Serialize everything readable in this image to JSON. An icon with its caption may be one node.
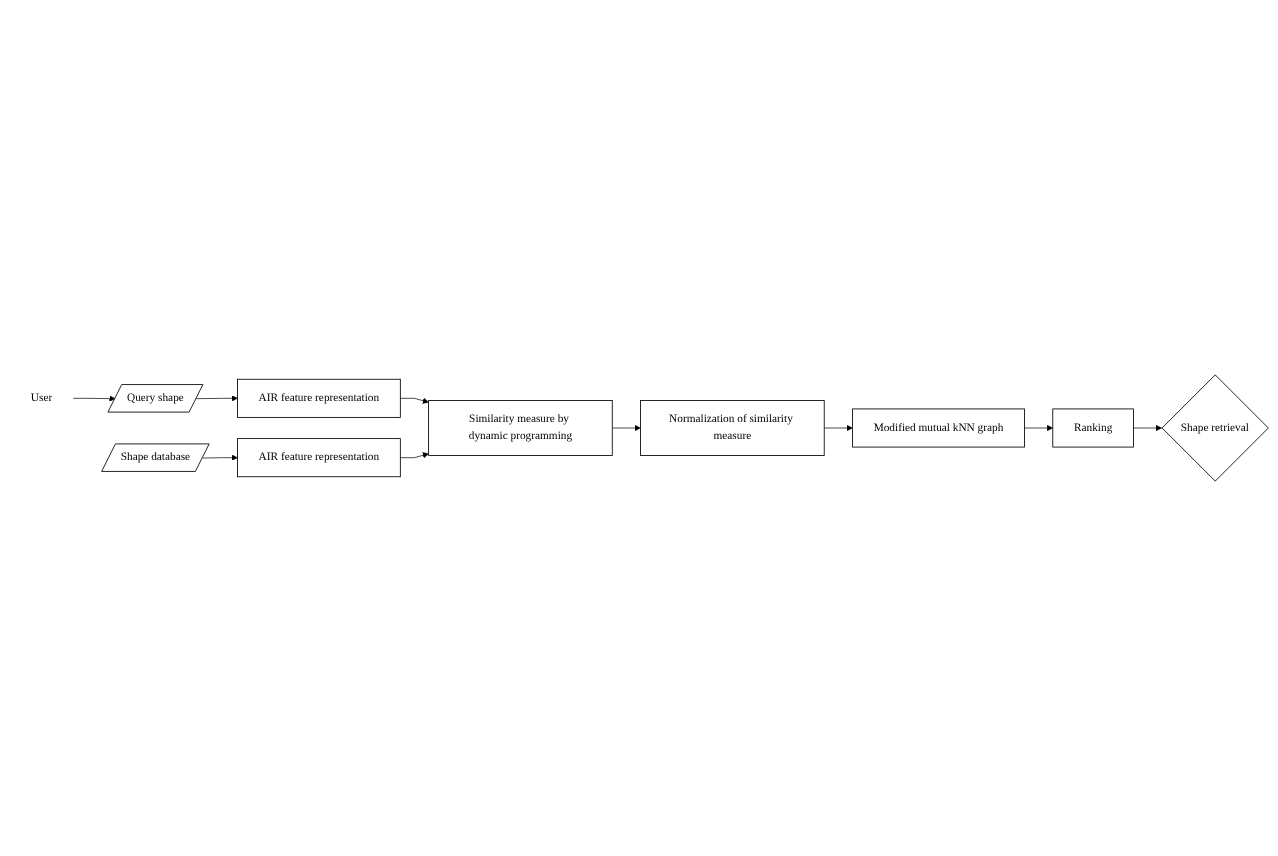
{
  "diagram": {
    "nodes": [
      {
        "text": [
          "User"
        ]
      },
      {
        "text": [
          "Query shape"
        ]
      },
      {
        "text": [
          "AIR feature representation"
        ]
      },
      {
        "text": [
          "Shape database"
        ]
      },
      {
        "text": [
          "AIR feature representation"
        ]
      },
      {
        "text": [
          "Similarity measure by dynamic programming"
        ]
      },
      {
        "text": [
          "Normalization of similarity measure"
        ]
      },
      {
        "text": [
          "Modified mutual kNN graph"
        ]
      },
      {
        "text": [
          "Ranking"
        ]
      },
      {
        "text": [
          "Shape retrieval"
        ]
      }
    ],
    "edges": [
      {
        "from": 0,
        "to": 1,
        "arrow": "to"
      },
      {
        "from": 1,
        "to": 2,
        "arrow": "to"
      },
      {
        "from": 3,
        "to": 4,
        "arrow": "to"
      },
      {
        "from": 2,
        "to": 5,
        "arrow": "to"
      },
      {
        "from": 4,
        "to": 5,
        "arrow": "to"
      },
      {
        "from": 5,
        "to": 6,
        "arrow": "to"
      },
      {
        "from": 6,
        "to": 7,
        "arrow": "to"
      },
      {
        "from": 7,
        "to": 8,
        "arrow": "to"
      },
      {
        "from": 8,
        "to": 9,
        "arrow": "to"
      }
    ]
  }
}
